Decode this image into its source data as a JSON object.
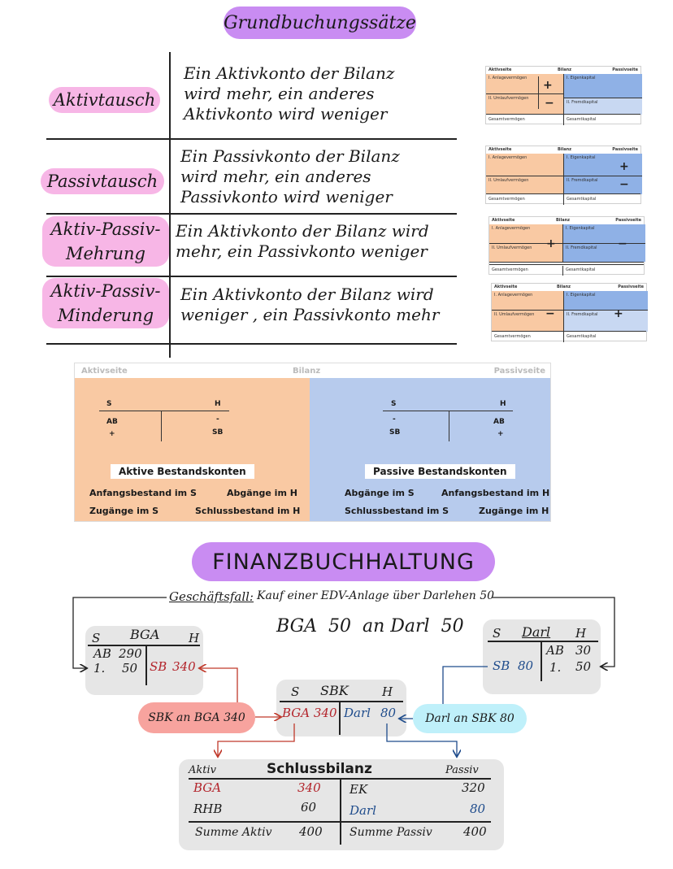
{
  "title": "Grundbuchungssätze",
  "categories": [
    {
      "label": "Aktivtausch",
      "definition": "Ein Aktivkonto der Bilanz\nwird mehr, ein anderes\nAktivkonto wird weniger"
    },
    {
      "label": "Passivtausch",
      "definition": "Ein Passivkonto der Bilanz\nwird mehr, ein anderes\nPassivkonto wird weniger"
    },
    {
      "label": "Aktiv-Passiv-\nMehrung",
      "definition": "Ein Aktivkonto der Bilanz wird\nmehr, ein Passivkonto weniger"
    },
    {
      "label": "Aktiv-Passiv-\nMinderung",
      "definition": "Ein Aktivkonto der Bilanz wird\nweniger , ein Passivkonto mehr"
    }
  ],
  "mini_bilanz": {
    "aktivseite": "Aktivseite",
    "bilanz": "Bilanz",
    "passivseite": "Passivseite",
    "anlage": "I. Anlagevermögen",
    "umlauf": "II. Umlaufvermögen",
    "eigen": "I. Eigenkapital",
    "fremd": "II. Fremdkapital",
    "gesamtv": "Gesamtvermögen",
    "gesamtk": "Gesamtkapital",
    "plus": "+",
    "minus": "−"
  },
  "bilanz": {
    "aktivseite": "Aktivseite",
    "title": "Bilanz",
    "passivseite": "Passivseite",
    "s": "S",
    "h": "H",
    "ab": "AB",
    "sb": "SB",
    "plus": "+",
    "minus": "-",
    "aktiv_title": "Aktive Bestandskonten",
    "aktiv_l1": "Anfangsbestand im S",
    "aktiv_r1": "Abgänge im H",
    "aktiv_l2": "Zugänge im S",
    "aktiv_r2": "Schlussbestand im H",
    "passiv_title": "Passive Bestandskonten",
    "passiv_l1": "Abgänge im S",
    "passiv_r1": "Anfangsbestand im H",
    "passiv_l2": "Schlussbestand im S",
    "passiv_r2": "Zugänge im H"
  },
  "fibu": {
    "title": "FINANZBUCHHALTUNG",
    "geschaeftsfall_label": "Geschäftsfall:",
    "geschaeftsfall_text": "Kauf einer EDV-Anlage über Darlehen 50",
    "buchungssatz": "BGA  50  an Darl  50",
    "bga": {
      "s": "S",
      "name": "BGA",
      "h": "H",
      "ab": "AB",
      "ab_val": "290",
      "one": "1.",
      "one_val": "50",
      "sb": "SB",
      "sb_val": "340"
    },
    "darl": {
      "s": "S",
      "name": "Darl",
      "h": "H",
      "ab": "AB",
      "ab_val": "30",
      "one": "1.",
      "one_val": "50",
      "sb": "SB",
      "sb_val": "80"
    },
    "sbk": {
      "s": "S",
      "name": "SBK",
      "h": "H",
      "l": "BGA 340",
      "r_name": "Darl",
      "r_val": "80"
    },
    "pill_left": "SBK an BGA 340",
    "pill_right": "Darl an SBK 80",
    "schluss": {
      "aktiv": "Aktiv",
      "title": "Schlussbilanz",
      "passiv": "Passiv",
      "r1_l": "BGA",
      "r1_lv": "340",
      "r1_r": "EK",
      "r1_rv": "320",
      "r2_l": "RHB",
      "r2_lv": "60",
      "r2_r": "Darl",
      "r2_rv": "80",
      "sum_l": "Summe Aktiv",
      "sum_lv": "400",
      "sum_r": "Summe Passiv",
      "sum_rv": "400"
    }
  },
  "colors": {
    "lilac": "#c98cf2",
    "pink": "#f7b6e6",
    "orange": "#f9c9a3",
    "blue": "#b7cbed",
    "red": "#b3242b",
    "darkblue": "#1f4c8c"
  }
}
